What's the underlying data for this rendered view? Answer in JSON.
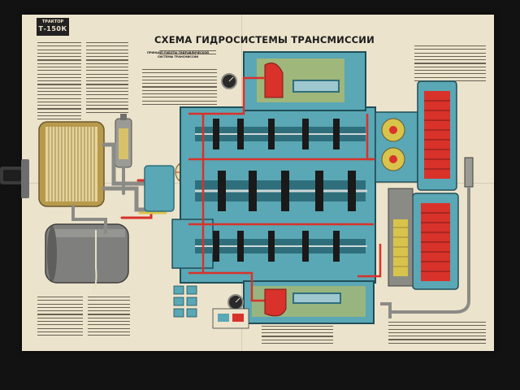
{
  "poster": {
    "logo_line1": "ТРАКТОР",
    "logo_line2": "Т-150К",
    "title": "СХЕМА ГИДРОСИСТЕМЫ ТРАНСМИССИИ",
    "subtitle": "ПРИНЦИП РАБОТЫ ГИДРАВЛИЧЕСКОЙ СИСТЕМЫ ТРАНСМИССИИ"
  },
  "colors": {
    "paper": "#ece3cc",
    "housing": "#5aa7b5",
    "housing_dark": "#2f6f7c",
    "oil_red": "#d8322a",
    "oil_yellow": "#d8c44a",
    "steel": "#8b8b86",
    "background": "#121212"
  }
}
